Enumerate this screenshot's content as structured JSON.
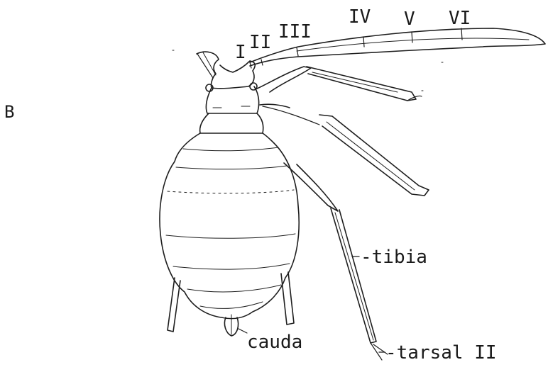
{
  "figure_label": "B",
  "antenna_segments": [
    "I",
    "II",
    "III",
    "IV",
    "V",
    "VI"
  ],
  "labels": {
    "tibia": "-tibia",
    "cauda": "cauda",
    "tarsal": "-tarsal II"
  }
}
